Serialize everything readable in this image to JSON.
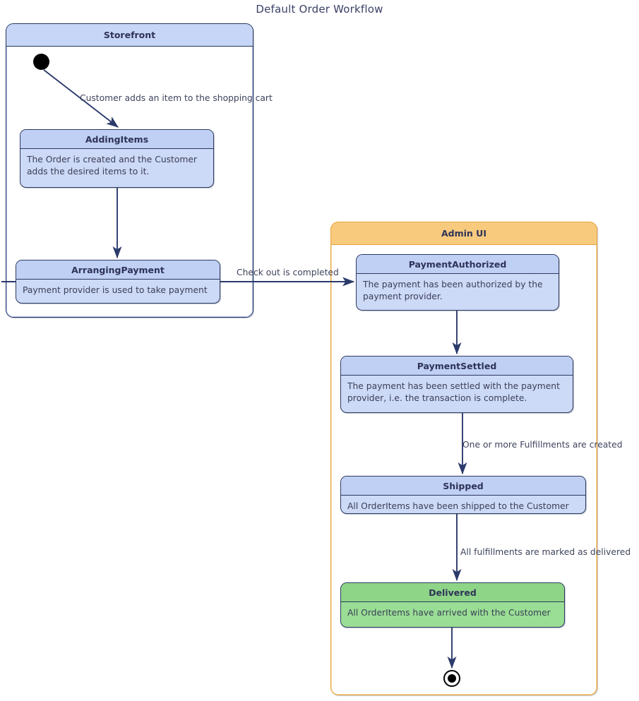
{
  "diagram": {
    "title": "Default Order Workflow",
    "type": "uml-state-diagram",
    "colors": {
      "storefront_fill": "#c7d6f6",
      "storefront_border": "#25365c",
      "adminui_fill": "#f7ca7e",
      "adminui_border": "#e8a33d",
      "state_fill": "#ccd9f7",
      "state_header_fill": "#c0d0f5",
      "state_border": "#2b3a5e",
      "final_state_fill": "#9ade95",
      "final_state_header_fill": "#8ed588",
      "edge_color": "#2b3a6b",
      "text_color": "#3b4057"
    }
  },
  "groups": {
    "storefront": {
      "label": "Storefront"
    },
    "adminui": {
      "label": "Admin UI"
    }
  },
  "states": {
    "adding_items": {
      "name": "AddingItems",
      "description": "The Order is created and the Customer adds the desired items to it."
    },
    "arranging_payment": {
      "name": "ArrangingPayment",
      "description": "Payment provider is used to take payment"
    },
    "payment_authorized": {
      "name": "PaymentAuthorized",
      "description": "The payment has been authorized by the payment provider."
    },
    "payment_settled": {
      "name": "PaymentSettled",
      "description": "The payment has been settled with the payment provider, i.e. the transaction is complete."
    },
    "shipped": {
      "name": "Shipped",
      "description": "All OrderItems have been shipped to the Customer"
    },
    "delivered": {
      "name": "Delivered",
      "description": "All OrderItems have arrived with the Customer"
    }
  },
  "transitions": [
    {
      "from": "initial",
      "to": "AddingItems",
      "label": "Customer adds an item to the shopping cart"
    },
    {
      "from": "AddingItems",
      "to": "ArrangingPayment",
      "label": ""
    },
    {
      "from": "ArrangingPayment",
      "to": "PaymentAuthorized",
      "label": "Check out is completed"
    },
    {
      "from": "PaymentAuthorized",
      "to": "PaymentSettled",
      "label": ""
    },
    {
      "from": "PaymentSettled",
      "to": "Shipped",
      "label": "One or more Fulfillments are created"
    },
    {
      "from": "Shipped",
      "to": "Delivered",
      "label": "All fulfillments are marked as delivered"
    },
    {
      "from": "Delivered",
      "to": "final",
      "label": ""
    }
  ],
  "labels": {
    "cart": "Customer adds an item to the shopping cart",
    "checkout": "Check out is completed",
    "fulfillments": "One or more Fulfillments are created",
    "delivered": "All fulfillments are marked as delivered"
  },
  "nodes": {
    "initial": "initial-state-node",
    "final": "final-state-node"
  }
}
